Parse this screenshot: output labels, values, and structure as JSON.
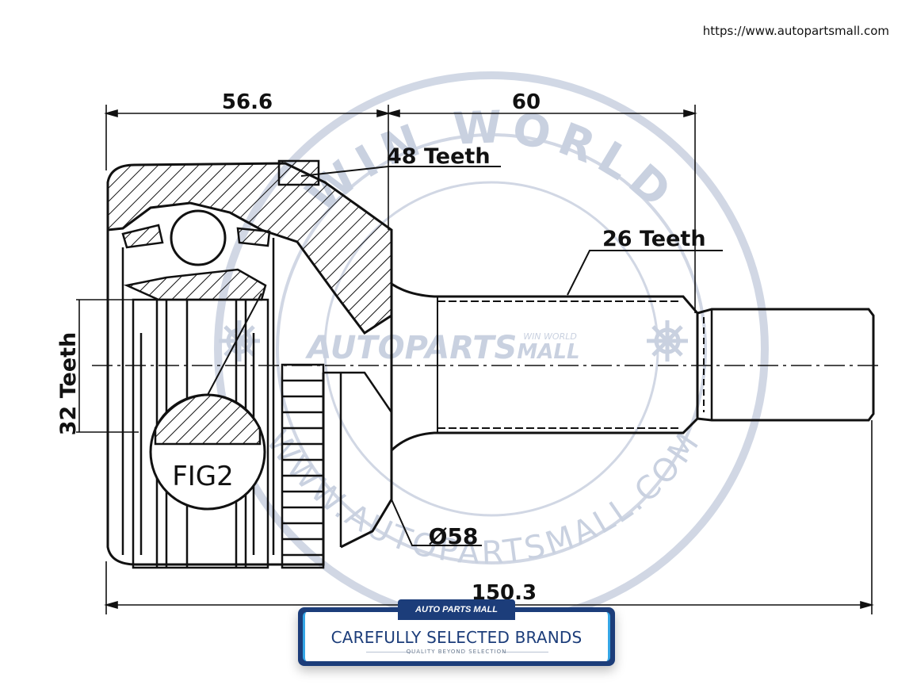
{
  "website_url": "https://www.autopartsmall.com",
  "dimensions": {
    "left_width": "56.6",
    "spline_length": "60",
    "total_length": "150.3",
    "diameter": "Ø58"
  },
  "callouts": {
    "abs_ring": "48 Teeth",
    "outer_spline": "26 Teeth",
    "inner_spline": "32 Teeth",
    "fig": "FIG2"
  },
  "watermark": {
    "ring_top": "WIN WORLD",
    "ring_bottom": "WWW.AUTOPARTSMALL.COM",
    "center_logo": "AUTOPARTS",
    "center_logo_small": "MALL",
    "center_brand": "WIN WORLD"
  },
  "badge": {
    "logo": "AUTO PARTS MALL",
    "title": "CAREFULLY SELECTED BRANDS",
    "subtitle": "QUALITY BEYOND SELECTION"
  },
  "colors": {
    "line": "#111111",
    "watermark": "#c9d1e0",
    "badge_navy": "#1c3d7a",
    "badge_accent": "#34a6e6"
  }
}
